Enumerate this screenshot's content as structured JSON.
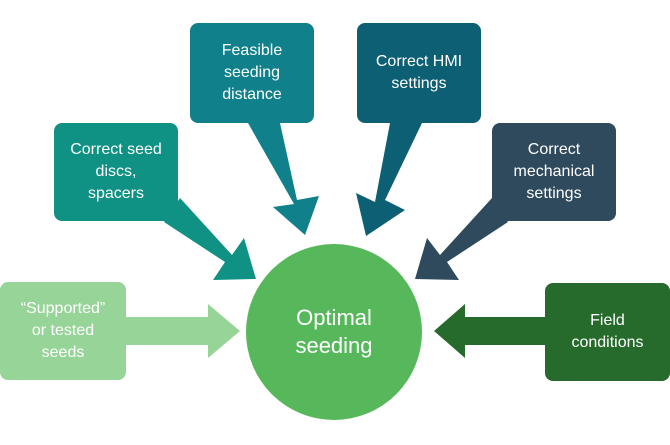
{
  "center": {
    "label": "Optimal\nseeding",
    "color": "#56b85a"
  },
  "factors": [
    {
      "id": "supported",
      "label": "“Supported”\nor tested\nseeds",
      "color": "#96d497"
    },
    {
      "id": "discs",
      "label": "Correct seed\ndiscs,\nspacers",
      "color": "#0f9184"
    },
    {
      "id": "distance",
      "label": "Feasible\nseeding\ndistance",
      "color": "#10808b"
    },
    {
      "id": "hmi",
      "label": "Correct HMI\nsettings",
      "color": "#0d5f73"
    },
    {
      "id": "mech",
      "label": "Correct\nmechanical\nsettings",
      "color": "#2e4a5c"
    },
    {
      "id": "field",
      "label": "Field\nconditions",
      "color": "#276b2c"
    }
  ]
}
